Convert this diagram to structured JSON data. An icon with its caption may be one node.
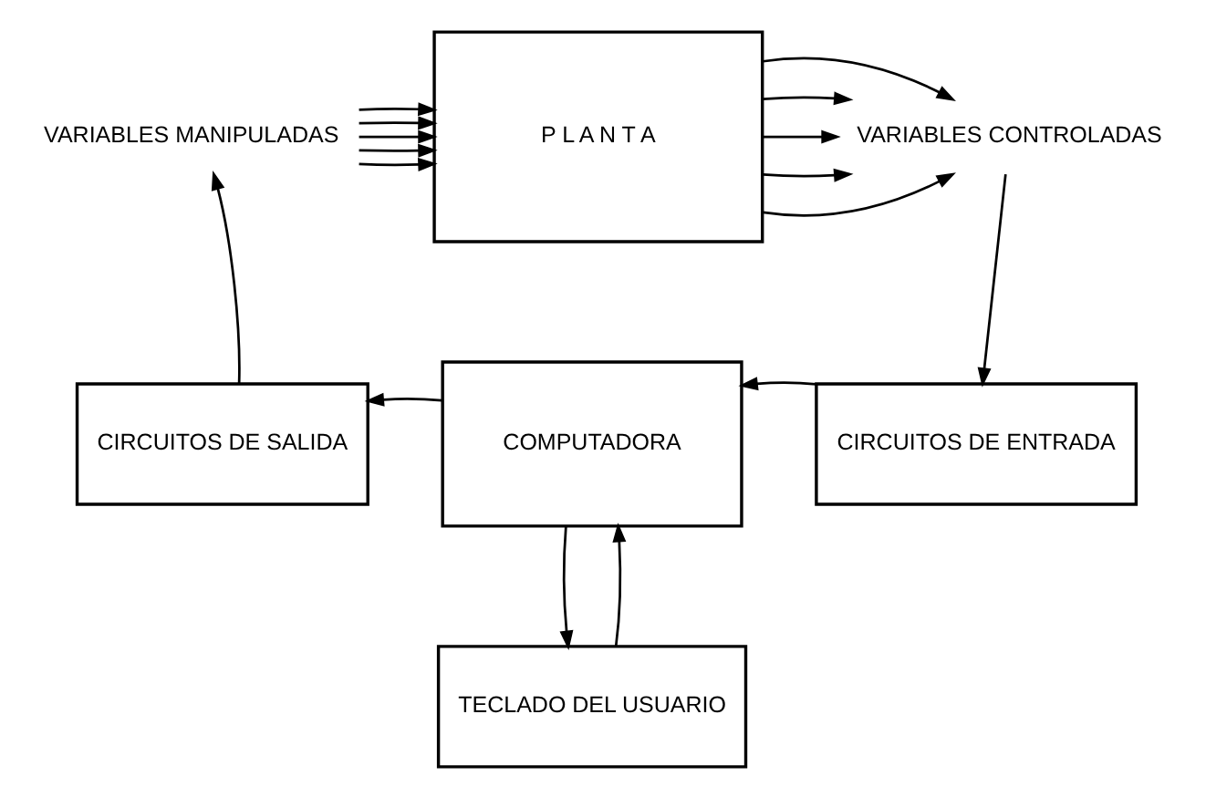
{
  "diagram": {
    "nodes": [
      {
        "text": [
          "VARIABLES MANIPULADAS"
        ]
      },
      {
        "text": [
          "P L A N T A"
        ]
      },
      {
        "text": [
          "VARIABLES CONTROLADAS"
        ]
      },
      {
        "text": [
          "CIRCUITOS DE SALIDA"
        ]
      },
      {
        "text": [
          "COMPUTADORA"
        ]
      },
      {
        "text": [
          "CIRCUITOS DE ENTRADA"
        ]
      },
      {
        "text": [
          "TECLADO DEL USUARIO"
        ]
      }
    ],
    "edges": [
      {
        "from": 0,
        "to": 1,
        "arrow": "to"
      },
      {
        "from": 0,
        "to": 1,
        "arrow": "to"
      },
      {
        "from": 0,
        "to": 1,
        "arrow": "to"
      },
      {
        "from": 0,
        "to": 1,
        "arrow": "to"
      },
      {
        "from": 0,
        "to": 1,
        "arrow": "to"
      },
      {
        "from": 1,
        "to": 2,
        "arrow": "to"
      },
      {
        "from": 1,
        "to": 2,
        "arrow": "to"
      },
      {
        "from": 1,
        "to": 2,
        "arrow": "to"
      },
      {
        "from": 1,
        "to": 2,
        "arrow": "to"
      },
      {
        "from": 1,
        "to": 2,
        "arrow": "to"
      },
      {
        "from": 2,
        "to": 5,
        "arrow": "to"
      },
      {
        "from": 5,
        "to": 4,
        "arrow": "to"
      },
      {
        "from": 4,
        "to": 3,
        "arrow": "to"
      },
      {
        "from": 3,
        "to": 0,
        "arrow": "to"
      },
      {
        "from": 6,
        "to": 4,
        "arrow": "to"
      },
      {
        "from": 4,
        "to": 6,
        "arrow": "to"
      }
    ]
  }
}
